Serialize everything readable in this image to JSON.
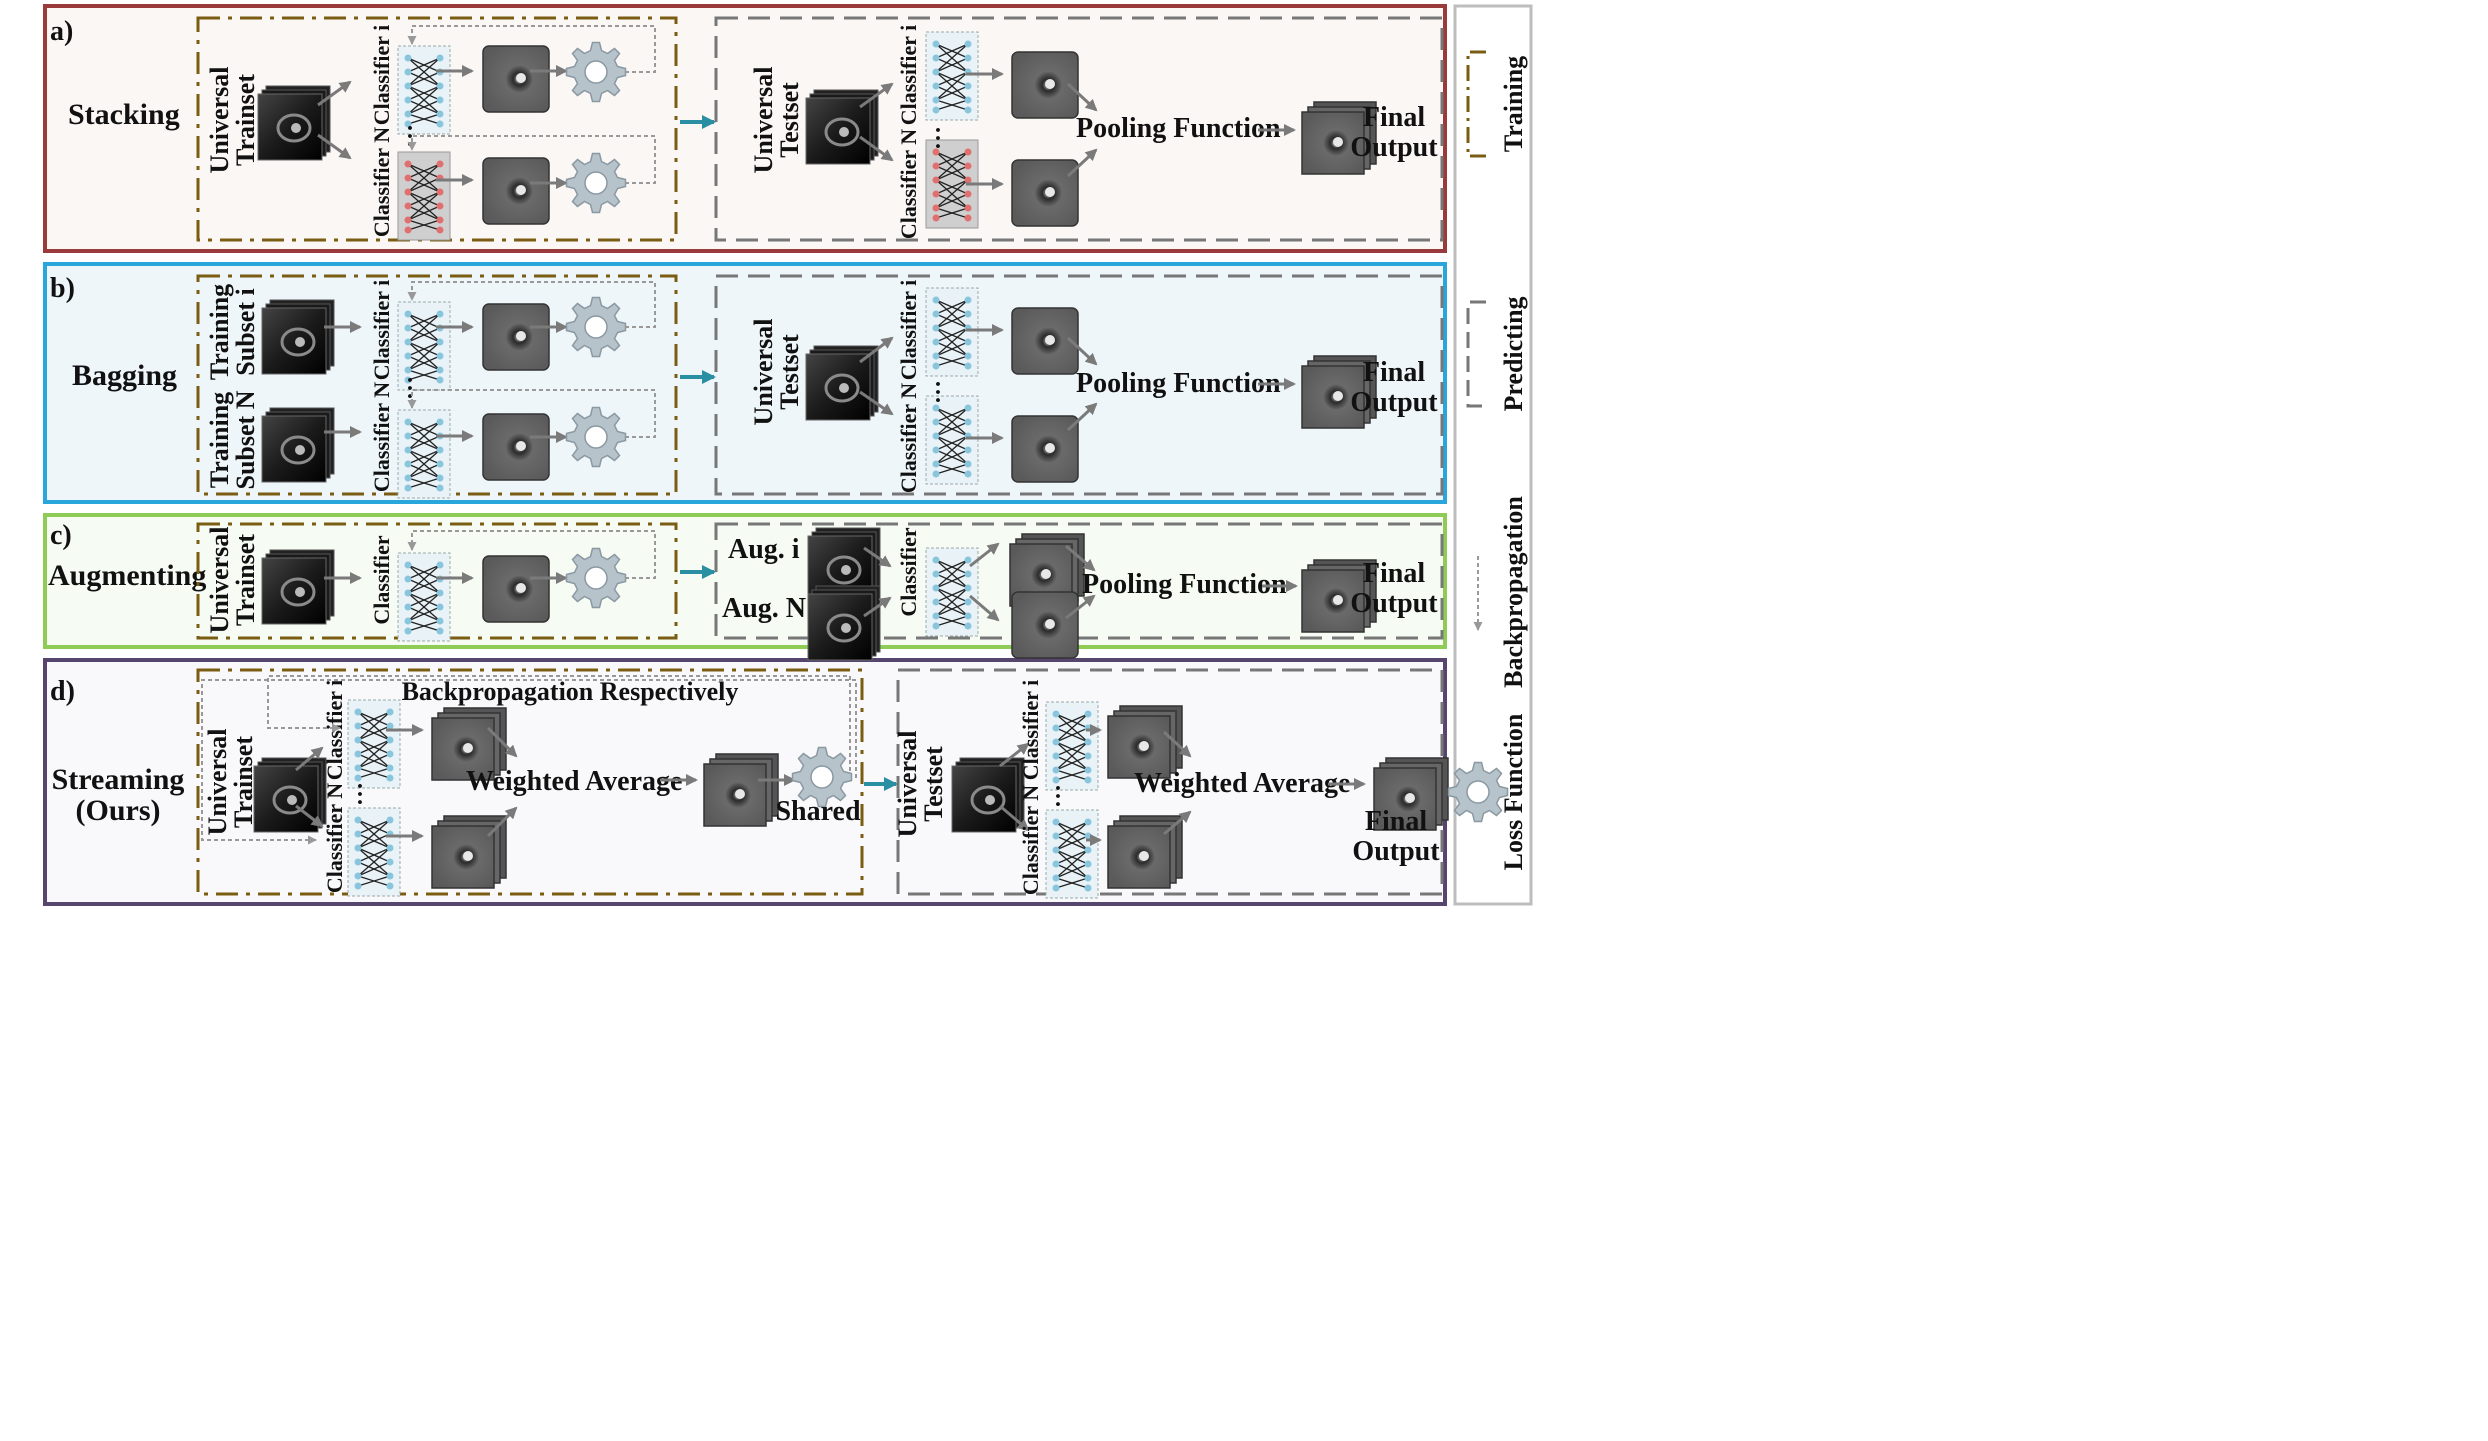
{
  "panels": [
    {
      "letter": "a)",
      "name": "Stacking",
      "trainset": [
        "Universal",
        "Trainset"
      ],
      "testset": [
        "Universal",
        "Testset"
      ],
      "classifier_i": "Classifier i",
      "classifier_n": "Classifier N",
      "pooling": "Pooling Function",
      "final": [
        "Final",
        "Output"
      ],
      "dots": "…"
    },
    {
      "letter": "b)",
      "name": "Bagging",
      "subset_i": [
        "Training",
        "Subset i"
      ],
      "subset_n": [
        "Training",
        "Subset N"
      ],
      "testset": [
        "Universal",
        "Testset"
      ],
      "classifier_i": "Classifier i",
      "classifier_n": "Classifier N",
      "pooling": "Pooling Function",
      "final": [
        "Final",
        "Output"
      ],
      "dots": "…"
    },
    {
      "letter": "c)",
      "name": "Augmenting",
      "trainset": [
        "Universal",
        "Trainset"
      ],
      "classifier": "Classifier",
      "aug_i": "Aug. i",
      "aug_n": "Aug. N",
      "pooling": "Pooling Function",
      "final": [
        "Final",
        "Output"
      ]
    },
    {
      "letter": "d)",
      "name": [
        "Streaming",
        "(Ours)"
      ],
      "trainset": [
        "Universal",
        "Trainset"
      ],
      "testset": [
        "Universal",
        "Testset"
      ],
      "classifier_i": "Classifier i",
      "classifier_n": "Classifier N",
      "backprop": "Backpropagation Respectively",
      "weighted": "Weighted Average",
      "shared": "Shared",
      "final": [
        "Final",
        "Output"
      ],
      "dots": "…"
    }
  ],
  "legend": {
    "training": "Training",
    "predicting": "Predicting",
    "backpropagation": "Backpropagation",
    "loss": "Loss Function"
  },
  "colors": {
    "stacking_border": "#9b3a3a",
    "bagging_border": "#29a7dd",
    "augmenting_border": "#8fcc55",
    "streaming_border": "#56466e",
    "training_dash": "#7a5c12",
    "predicting_dash": "#777777",
    "transfer_arrow": "#2a8fa3"
  }
}
